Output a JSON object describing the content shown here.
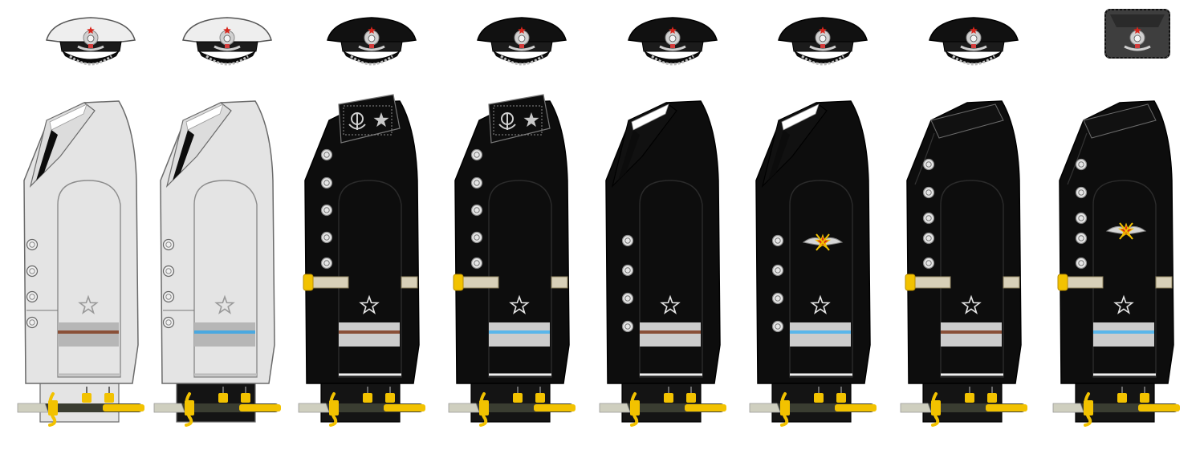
{
  "figure": {
    "background": "#ffffff",
    "uniform_count": 8
  },
  "uniforms": [
    {
      "index": 1,
      "jacket_color": "#e4e4e4",
      "cap_color": "#eeeeee",
      "cap_style": "peaked",
      "collar_style": "lapel",
      "stripe_colors": [
        "#b6b6b6",
        "#8a5038",
        "#b6b6b6"
      ],
      "sleeve_patch": "none",
      "belt_buckle": "none",
      "trouser_color": "#e4e4e4"
    },
    {
      "index": 2,
      "jacket_color": "#e4e4e4",
      "cap_color": "#eeeeee",
      "cap_style": "peaked",
      "collar_style": "lapel",
      "stripe_colors": [
        "#b6b6b6",
        "#4aa8e0",
        "#b6b6b6"
      ],
      "sleeve_patch": "none",
      "belt_buckle": "none",
      "trouser_color": "#141414"
    },
    {
      "index": 3,
      "jacket_color": "#0d0d0d",
      "cap_color": "#111111",
      "cap_style": "peaked",
      "collar_style": "standing-anchor-star",
      "stripe_colors": [
        "#cccccc",
        "#8a5038",
        "#cccccc"
      ],
      "sleeve_patch": "none",
      "belt_buckle": "gold",
      "trouser_color": "#141414"
    },
    {
      "index": 4,
      "jacket_color": "#0d0d0d",
      "cap_color": "#111111",
      "cap_style": "peaked",
      "collar_style": "standing-anchor-star",
      "stripe_colors": [
        "#cccccc",
        "#5ab6ea",
        "#cccccc"
      ],
      "sleeve_patch": "none",
      "belt_buckle": "gold",
      "trouser_color": "#141414"
    },
    {
      "index": 5,
      "jacket_color": "#0d0d0d",
      "cap_color": "#111111",
      "cap_style": "peaked",
      "collar_style": "lapel",
      "stripe_colors": [
        "#cccccc",
        "#8a5038",
        "#cccccc"
      ],
      "sleeve_patch": "none",
      "belt_buckle": "none",
      "trouser_color": "#141414"
    },
    {
      "index": 6,
      "jacket_color": "#0d0d0d",
      "cap_color": "#111111",
      "cap_style": "peaked",
      "collar_style": "lapel",
      "stripe_colors": [
        "#cccccc",
        "#5ab6ea",
        "#cccccc"
      ],
      "sleeve_patch": "winged-emblem",
      "belt_buckle": "none",
      "trouser_color": "#141414"
    },
    {
      "index": 7,
      "jacket_color": "#0d0d0d",
      "cap_color": "#111111",
      "cap_style": "peaked",
      "collar_style": "high-collar",
      "stripe_colors": [
        "#cccccc",
        "#8a5038",
        "#cccccc"
      ],
      "sleeve_patch": "none",
      "belt_buckle": "gold",
      "trouser_color": "#141414"
    },
    {
      "index": 8,
      "jacket_color": "#0d0d0d",
      "cap_color": "#3e3e3e",
      "cap_style": "winter",
      "collar_style": "high-collar",
      "stripe_colors": [
        "#cccccc",
        "#5ab6ea",
        "#cccccc"
      ],
      "sleeve_patch": "winged-emblem",
      "belt_buckle": "gold",
      "trouser_color": "#141414"
    }
  ],
  "icons": {
    "cap_badge": "red-star-cockade-icon",
    "sleeve_star": "star-icon",
    "collar_anchor": "anchor-icon",
    "dirk": "dirk-icon",
    "button": "button-icon"
  },
  "colors": {
    "gold": "#f2c200",
    "gold_dark": "#b98d00",
    "silver": "#c8c8c8",
    "red": "#d8261c"
  }
}
